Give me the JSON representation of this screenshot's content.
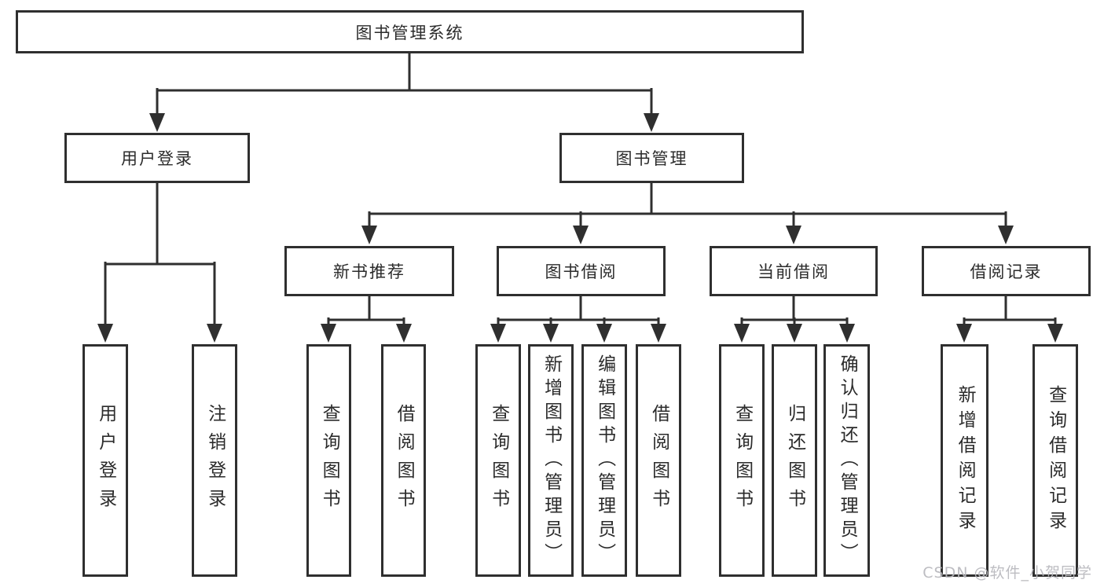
{
  "tree": {
    "root": {
      "label": "图书管理系统"
    },
    "level2": [
      {
        "label": "用户登录"
      },
      {
        "label": "图书管理"
      }
    ],
    "level3": [
      {
        "label": "新书推荐"
      },
      {
        "label": "图书借阅"
      },
      {
        "label": "当前借阅"
      },
      {
        "label": "借阅记录"
      }
    ],
    "leaves": {
      "user_login": [
        {
          "label": "用户登录"
        },
        {
          "label": "注销登录"
        }
      ],
      "new_book": [
        {
          "label": "查询图书"
        },
        {
          "label": "借阅图书"
        }
      ],
      "book_borrow": [
        {
          "label": "查询图书"
        },
        {
          "label": "新增图书（管理员）"
        },
        {
          "label": "编辑图书（管理员）"
        },
        {
          "label": "借阅图书"
        }
      ],
      "current_borrow": [
        {
          "label": "查询图书"
        },
        {
          "label": "归还图书"
        },
        {
          "label": "确认归还（管理员）"
        }
      ],
      "borrow_record": [
        {
          "label": "新增借阅记录"
        },
        {
          "label": "查询借阅记录"
        }
      ]
    }
  },
  "watermark": {
    "text": "CSDN @软件_小贺同学"
  },
  "colors": {
    "line": "#2f2f2f",
    "text": "#2b2b2b",
    "background": "#ffffff",
    "watermark": "#b8b8bd"
  }
}
